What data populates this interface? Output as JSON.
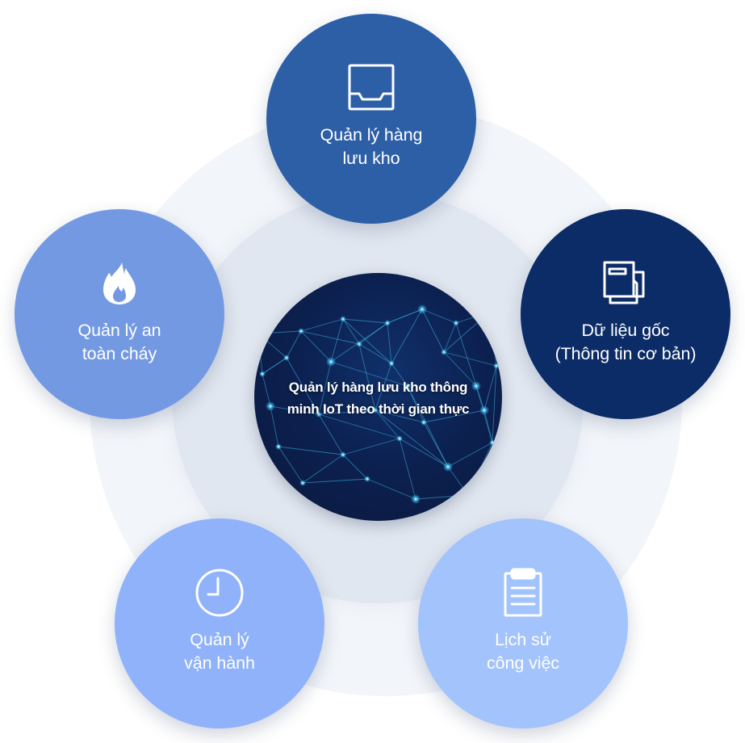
{
  "diagram": {
    "type": "radial-hub",
    "center": {
      "label": "Quản lý hàng lưu kho thông\nminh IoT theo thời gian thực",
      "background": "network-mesh-image"
    },
    "nodes": [
      {
        "id": "inventory",
        "label": "Quản lý hàng\nlưu kho",
        "icon": "inbox-tray-icon",
        "color": "#2d5fa6"
      },
      {
        "id": "master-data",
        "label": "Dữ liệu gốc\n(Thông tin cơ bản)",
        "icon": "documents-icon",
        "color": "#0b2c66"
      },
      {
        "id": "work-history",
        "label": "Lịch sử\ncông việc",
        "icon": "clipboard-icon",
        "color": "#a2c3fb"
      },
      {
        "id": "operations",
        "label": "Quản lý\nvận hành",
        "icon": "clock-icon",
        "color": "#8fb2fa"
      },
      {
        "id": "fire-safety",
        "label": "Quản lý an\ntoàn cháy",
        "icon": "fire-icon",
        "color": "#7399e3"
      }
    ],
    "colors": {
      "outer_ring": "#f2f5f9",
      "inner_ring": "#e1e7f0",
      "hub_dark": "#0a173b",
      "mesh_line": "#3fb8e8",
      "text": "#ffffff"
    }
  }
}
